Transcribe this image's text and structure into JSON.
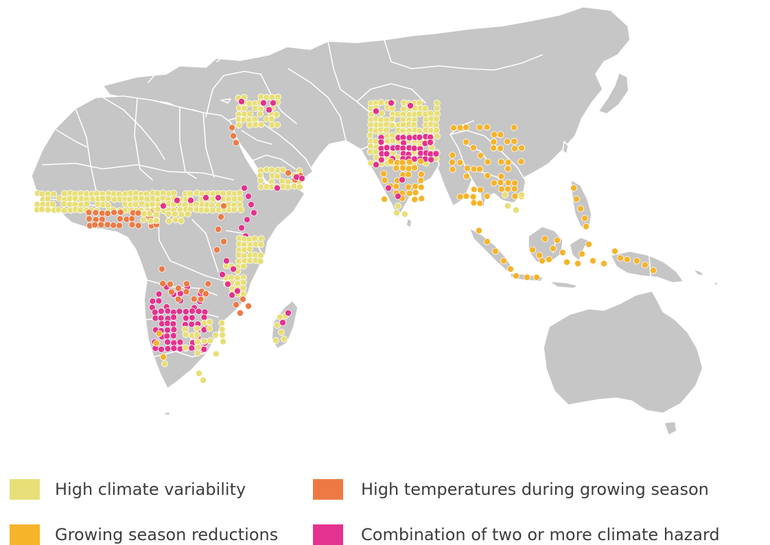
{
  "colors": {
    "land": "#c6c6c6",
    "border": "#ffffff"
  },
  "legend": [
    {
      "key": "variability",
      "label": "High climate variability",
      "color": "#e8df78"
    },
    {
      "key": "temperature",
      "label": "High temperatures during growing season",
      "color": "#ed7a45"
    },
    {
      "key": "season",
      "label": "Growing season reductions",
      "color": "#f5b42a"
    },
    {
      "key": "combination",
      "label": "Combination of two or more climate hazard",
      "color": "#e3338e"
    }
  ]
}
